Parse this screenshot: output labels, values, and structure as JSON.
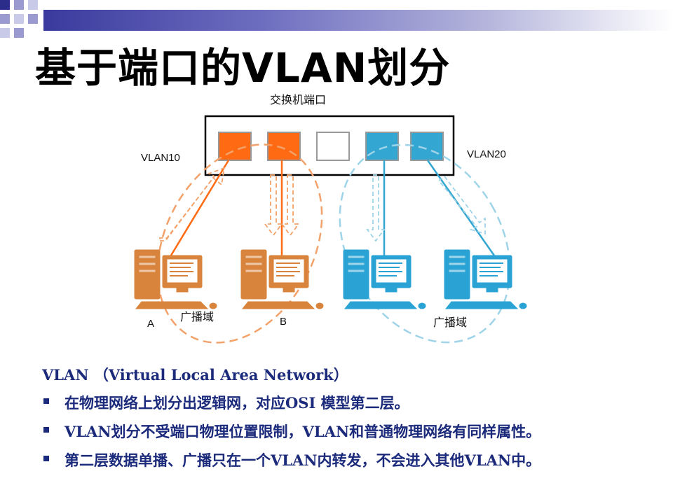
{
  "title": "基于端口的VLAN划分",
  "diagram": {
    "switch_label": "交换机端口",
    "vlan_left": "VLAN10",
    "vlan_right": "VLAN20",
    "host_a": "A",
    "host_b": "B",
    "broadcast_left": "广播域",
    "broadcast_right": "广播域",
    "colors": {
      "vlan10": "#ff6a13",
      "vlan20": "#33a6d2",
      "vlan10_dash": "#f2a26a",
      "vlan20_dash": "#9fd4e8",
      "pc_orange": "#d9843d",
      "pc_blue": "#2aa3d4"
    }
  },
  "content": {
    "intro": "VLAN （Virtual Local Area Network）",
    "bullets": [
      "在物理网络上划分出逻辑网，对应OSI 模型第二层。",
      "VLAN划分不受端口物理位置限制，VLAN和普通物理网络有同样属性。",
      "第二层数据单播、广播只在一个VLAN内转发，不会进入其他VLAN中。"
    ]
  }
}
